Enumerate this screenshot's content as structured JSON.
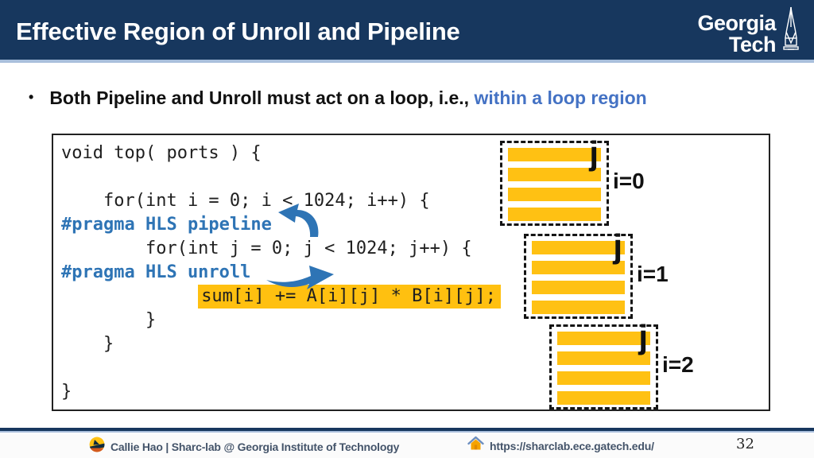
{
  "header": {
    "title": "Effective Region of Unroll and Pipeline",
    "logo_line1": "Georgia",
    "logo_line2": "Tech"
  },
  "bullet": {
    "marker": "•",
    "text_black": "Both Pipeline and Unroll must act on a loop, i.e., ",
    "text_blue": "within a loop region"
  },
  "code": {
    "lines": [
      "void top( ports ) {",
      "",
      "    for(int i = 0; i < 1024; i++) {",
      "#pragma HLS pipeline",
      "        for(int j = 0; j < 1024; j++) {",
      "#pragma HLS unroll",
      "        }",
      "    }",
      "",
      "}"
    ],
    "highlight_indent": "             ",
    "highlight_text": "sum[i] += A[i][j] * B[i][j];"
  },
  "diagram": {
    "boxes": [
      {
        "j_label": "j",
        "iter_label": "i=0",
        "stripes": 4
      },
      {
        "j_label": "j",
        "iter_label": "i=1",
        "stripes": 4
      },
      {
        "j_label": "j",
        "iter_label": "i=2",
        "stripes": 4
      }
    ]
  },
  "footer": {
    "credit": "Callie Hao | Sharc-lab @ Georgia Institute of Technology",
    "url": "https://sharclab.ece.gatech.edu/",
    "page_number": "32"
  },
  "colors": {
    "navy": "#17375E",
    "header_rule_blue": "#A9BFDC",
    "bullet_accent_blue": "#4472C4",
    "pragma_blue": "#2E74B5",
    "highlight_yellow": "#FFC010",
    "stripe_yellow": "#FFC113"
  }
}
